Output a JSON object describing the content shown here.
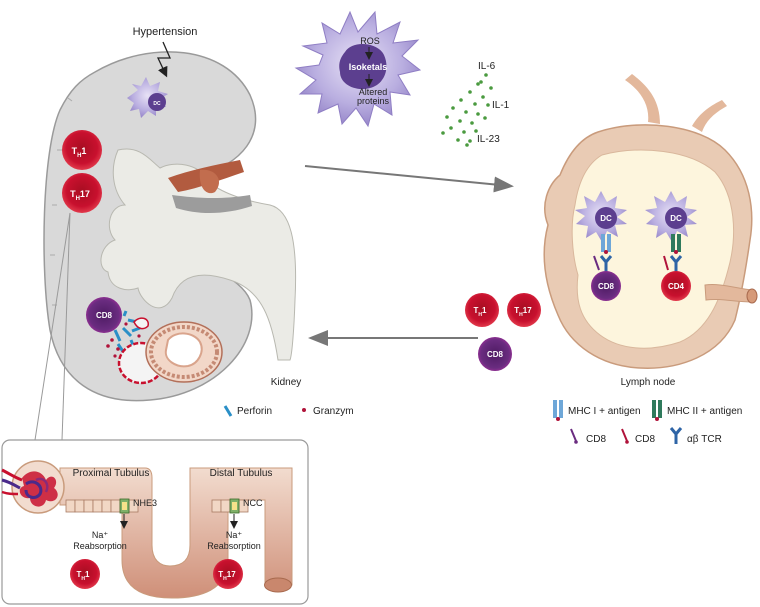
{
  "labels": {
    "hypertension": "Hypertension",
    "kidney": "Kidney",
    "lymph_node": "Lymph node",
    "proximal_tubulus": "Proximal Tubulus",
    "distal_tubulus": "Distal Tubulus",
    "nhe3": "NHE3",
    "ncc": "NCC",
    "na_reabs_1_top": "Na⁺",
    "na_reabs_1_bottom": "Reabsorption",
    "na_reabs_2_top": "Na⁺",
    "na_reabs_2_bottom": "Reabsorption"
  },
  "dc_large": {
    "ros": "ROS",
    "isoketals": "Isoketals",
    "altered_1": "Altered",
    "altered_2": "proteins"
  },
  "cytokines": {
    "il6": "IL-6",
    "il1": "IL-1",
    "il23": "IL-23"
  },
  "cells": {
    "dc": "DC",
    "th": "T",
    "th_sub": "H",
    "th1_suffix": "1",
    "th17_suffix": "17",
    "cd8": "CD8",
    "cd4": "CD4"
  },
  "legend": {
    "perforin": "Perforin",
    "granzym": "Granzym",
    "mhc1": "MHC I + antigen",
    "mhc2": "MHC II + antigen",
    "cd8_a": "CD8",
    "cd8_b": "CD8",
    "tcr": "αβ TCR"
  },
  "colors": {
    "kidney_fill": "#dcdcdc",
    "pelvis_fill": "#ededea",
    "th_red": "#c8102e",
    "cd8_purple": "#6a2c80",
    "dc_purple": "#8f7ec4",
    "lymph_fill": "#e9cbb4",
    "lymph_inner": "#fdf5dd",
    "tubule": "#d9a48c",
    "mhc1_blue": "#6ea7d8",
    "mhc2_green": "#2f7a5c",
    "cytokine_green": "#4a9a3f"
  }
}
